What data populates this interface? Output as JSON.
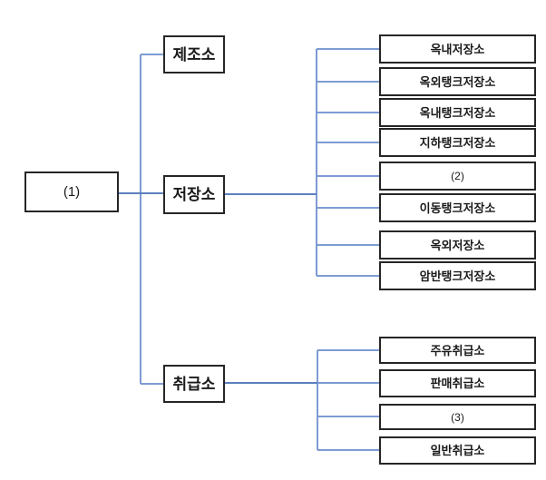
{
  "diagram": {
    "root": {
      "label": "(1)"
    },
    "level1": {
      "manufacturing": {
        "label": "제조소"
      },
      "storage": {
        "label": "저장소"
      },
      "handling": {
        "label": "취급소"
      }
    },
    "storage_children": [
      "옥내저장소",
      "옥외탱크저장소",
      "옥내탱크저장소",
      "지하탱크저장소",
      "(2)",
      "이동탱크저장소",
      "옥외저장소",
      "암반탱크저장소"
    ],
    "handling_children": [
      "주유취급소",
      "판매취급소",
      "(3)",
      "일반취급소"
    ],
    "colors": {
      "line": "#7d9bd4",
      "connector": "#5c80bd",
      "box_border": "#262626",
      "text": "#1a1a1a"
    }
  }
}
